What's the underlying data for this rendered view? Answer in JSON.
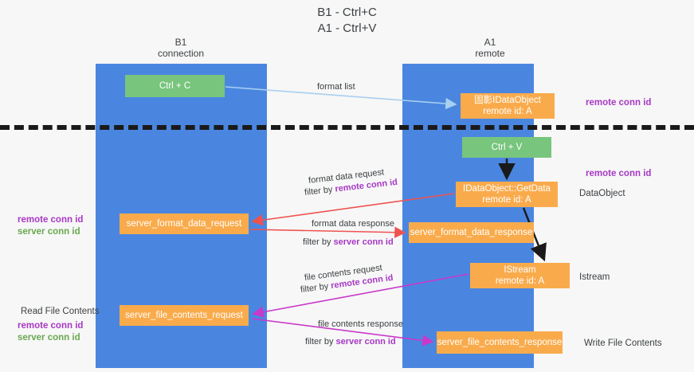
{
  "title": "B1 - Ctrl+C\nA1 - Ctrl+V",
  "lanes": [
    {
      "id": "b1",
      "label": "B1\nconnection"
    },
    {
      "id": "a1",
      "label": "A1\nremote"
    }
  ],
  "nodes": {
    "ctrl_c": "Ctrl + C",
    "data_object": "固影IDataObject\nremote id: A",
    "ctrl_v": "Ctrl + V",
    "get_data": "IDataObject::GetData\nremote id: A",
    "server_format_data_request": "server_format_data_request",
    "server_format_data_response": "server_format_data_response",
    "istream": "IStream\nremote id: A",
    "server_file_contents_request": "server_file_contents_request",
    "server_file_contents_response": "server_file_contents_response"
  },
  "edges": {
    "format_list": "format list",
    "format_data_request": "format data request",
    "format_data_request_filter_prefix": "filter by ",
    "format_data_request_filter_key": "remote conn id",
    "format_data_response": "format data response",
    "format_data_response_filter_prefix": "filter by ",
    "format_data_response_filter_key": "server conn id",
    "file_contents_request": "file contents request",
    "file_contents_request_filter_prefix": "filter by ",
    "file_contents_request_filter_key": "remote conn id",
    "file_contents_response": "file contents response",
    "file_contents_response_filter_prefix": "filter by ",
    "file_contents_response_filter_key": "server conn id"
  },
  "annotations": {
    "right_remote_conn_id_top": "remote conn id",
    "right_remote_conn_id_mid": "remote conn id",
    "right_dataobject": "DataObject",
    "right_istream": "Istream",
    "right_write_file_contents": "Write File Contents",
    "left_keys_mid_remote": "remote conn id",
    "left_keys_mid_server": "server conn id",
    "left_read_file_contents": "Read File Contents",
    "left_keys_bottom_remote": "remote conn id",
    "left_keys_bottom_server": "server conn id"
  },
  "colors": {
    "lane": "#4a86e0",
    "green_node": "#78c57d",
    "orange_node": "#f9ab4c",
    "purple_key": "#a738c4",
    "green_key": "#6aa84f",
    "arrow_blue": "#a8cff0",
    "arrow_red": "#ef5350",
    "arrow_magenta": "#c939c9",
    "arrow_black": "#1a1a1a",
    "background": "#f7f7f7"
  }
}
